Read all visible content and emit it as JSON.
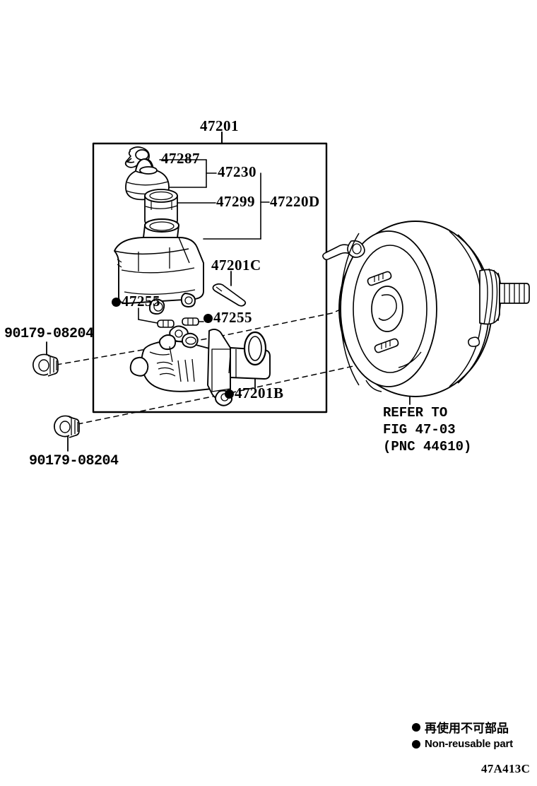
{
  "diagram": {
    "figure_code": "47A413C",
    "group_label": "47201",
    "callouts": {
      "float_sensor": "47287",
      "reservoir_cap": "47230",
      "strainer": "47299",
      "reservoir_assy": "47220D",
      "pin": "47201C",
      "grommet_left": "47255",
      "grommet_right": "47255",
      "oring": "47201B",
      "bolt_upper": "90179-08204",
      "bolt_lower": "90179-08204"
    },
    "reference_note": {
      "line1": "REFER TO",
      "line2": "FIG 47-03",
      "line3": "(PNC 44610)"
    },
    "legend": {
      "japanese": "再使用不可部品",
      "english": "Non-reusable part"
    }
  }
}
